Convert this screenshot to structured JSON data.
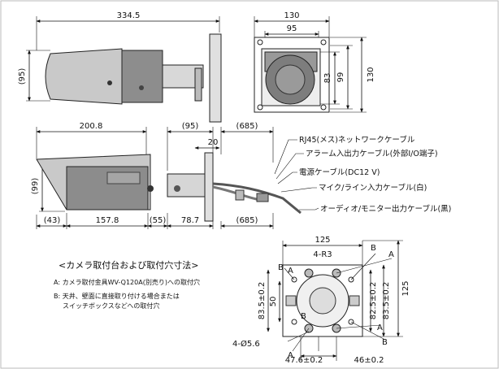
{
  "top_view": {
    "length": "334.5",
    "height": "(95)"
  },
  "front_view": {
    "width_outer": "130",
    "width_inner": "95",
    "height_inner": "83",
    "height_mid": "99",
    "height_outer": "130"
  },
  "side_view": {
    "body_length": "200.8",
    "offset_95": "(95)",
    "cable_685": "(685)",
    "arm_20": "20",
    "height_99": "(99)",
    "bottom_43": "(43)",
    "bottom_157": "157.8",
    "bottom_55": "(55)",
    "bottom_78": "78.7",
    "bottom_685": "(685)"
  },
  "cables": [
    "RJ45(メス)ネットワークケーブル",
    "アラーム入出力ケーブル(外部I/O端子)",
    "電源ケーブル(DC12 V)",
    "マイク/ライン入力ケーブル(白)",
    "オーディオ/モニター出力ケーブル(黒)"
  ],
  "legend": {
    "title": "<カメラ取付台および取付穴寸法>",
    "a_line": "A: カメラ取付金具WV-Q120A(別売り)への取付穴",
    "b_line1": "B: 天井、壁面に直接取り付ける場合または",
    "b_line2": "スイッチボックスなどへの取付穴"
  },
  "base_view": {
    "width": "125",
    "r3": "4-R3",
    "height_total": "125",
    "height_83": "83.5±0.2",
    "height_82": "82.5±0.2",
    "height_83r": "83.5±0.2",
    "height_50": "50",
    "hole": "4-Ø5.6",
    "w47": "47.6±0.2",
    "w46": "46±0.2",
    "label_a": "A",
    "label_b": "B"
  }
}
